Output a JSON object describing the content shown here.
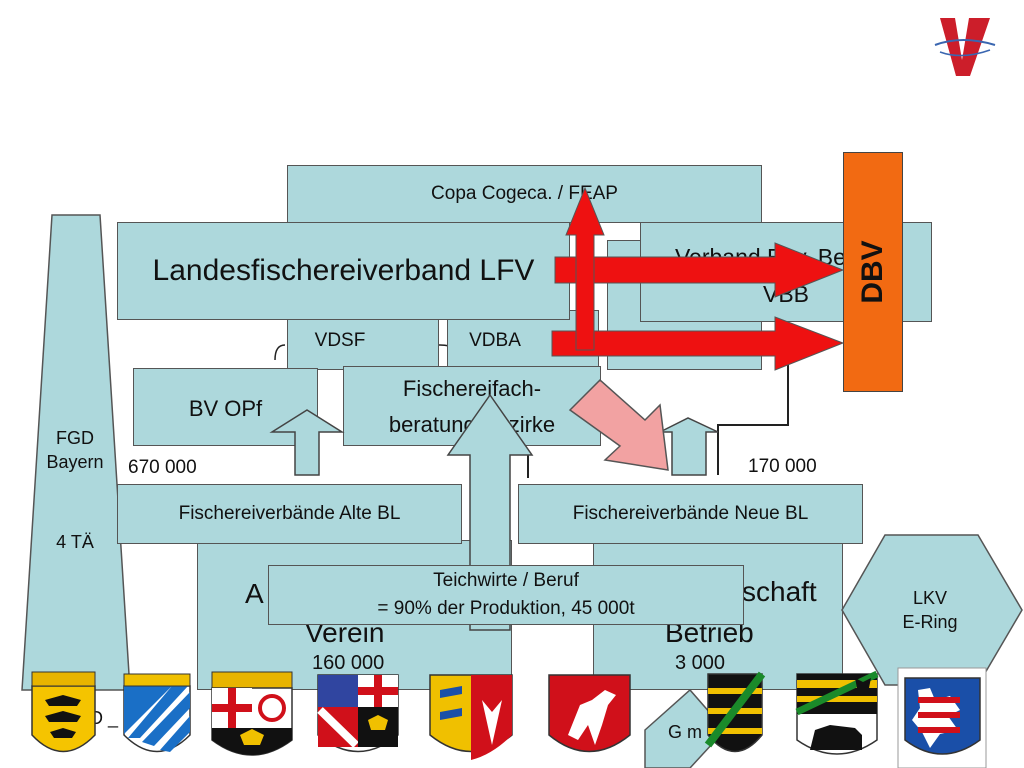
{
  "logo": {
    "letter": "V"
  },
  "top": {
    "copa": "Copa Cogeca.   /  FEAP"
  },
  "dbv": {
    "label": "DBV"
  },
  "lfv": {
    "label": "Landesfischereiverband LFV"
  },
  "vbb": {
    "line1": "Verband Bay. Berufsf.",
    "line2": "VBB"
  },
  "mid": {
    "vdsf": "VDSF",
    "vdba": "VDBA"
  },
  "bvopf": {
    "label": "BV OPf"
  },
  "fischereifach": {
    "line1": "Fischereifach-",
    "line2": "beratung Bezirke"
  },
  "fgd": {
    "line1": "FGD",
    "line2": "Bayern",
    "line3": "4 TÄ"
  },
  "numbers": {
    "left": "670 000",
    "right": "170 000",
    "verein": "160 000",
    "betrieb": "3 000"
  },
  "verbaende": {
    "alt": "Fischereiverbände Alte BL",
    "neu": "Fischereiverbände Neue BL"
  },
  "lower": {
    "left_fragment": "A",
    "verein": "Verein",
    "right_fragment": "schaft",
    "betrieb": "Betrieb"
  },
  "teichwirte": {
    "line1": "Teichwirte / Beruf",
    "line2": "= 90% der Produktion, 45 000t"
  },
  "lkv": {
    "line1": "LKV",
    "line2": "E-Ring"
  },
  "bottom": {
    "left_fragment": "D _",
    "right_fragment": "G      m"
  },
  "colors": {
    "box": "#add8dc",
    "dbv": "#f26a12",
    "arrow": "#ee1111",
    "hollow_arrow": "#f2a2a2"
  }
}
